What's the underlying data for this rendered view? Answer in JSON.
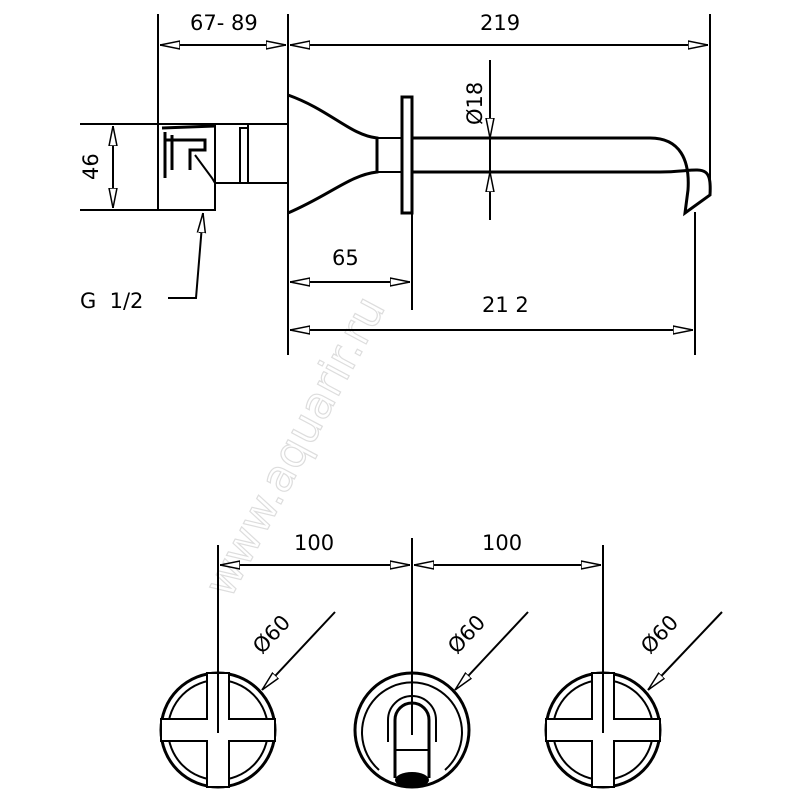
{
  "watermark": "www.aquarir.ru",
  "side_view": {
    "dim_mount_depth": "67- 89",
    "dim_total_length": "219",
    "dim_height": "46",
    "dim_pipe_diameter": "Ø18",
    "dim_flange_offset": "65",
    "dim_spout_reach": "21 2",
    "thread_label": "G  1/2"
  },
  "front_view": {
    "dim_spacing_left": "100",
    "dim_spacing_right": "100",
    "handle_left_diameter": "Ø60",
    "spout_diameter": "Ø60",
    "handle_right_diameter": "Ø60"
  }
}
